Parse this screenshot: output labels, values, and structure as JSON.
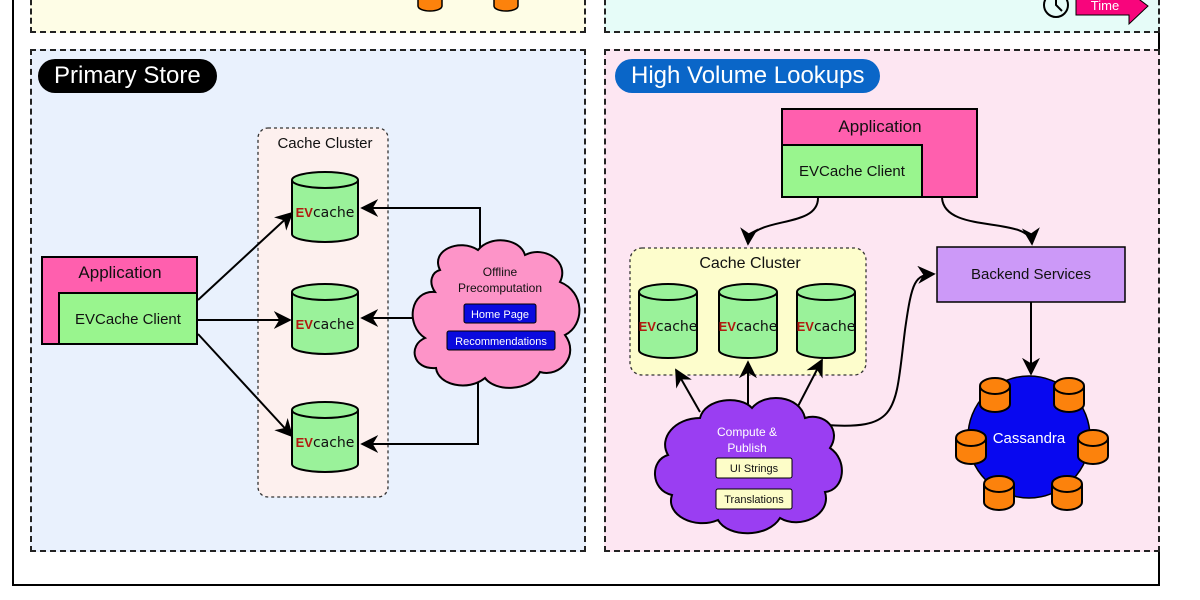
{
  "top_panels": {
    "left_partial": {
      "background": "#fefde6"
    },
    "right_partial": {
      "background": "#e6fcf8",
      "time_label": "Time"
    }
  },
  "primary_store": {
    "title": "Primary Store",
    "title_bg": "#000000",
    "background": "#e9f1fd",
    "application": {
      "label": "Application",
      "client_label": "EVCache Client"
    },
    "cache_cluster": {
      "label": "Cache Cluster",
      "nodes": [
        {
          "ev": "EV",
          "cache": "cache"
        },
        {
          "ev": "EV",
          "cache": "cache"
        },
        {
          "ev": "EV",
          "cache": "cache"
        }
      ]
    },
    "cloud": {
      "title_line1": "Offline",
      "title_line2": "Precomputation",
      "tags": [
        "Home Page",
        "Recommendations"
      ]
    }
  },
  "high_volume": {
    "title": "High Volume Lookups",
    "title_bg": "#0a66c8",
    "background": "#fde6f2",
    "application": {
      "label": "Application",
      "client_label": "EVCache Client"
    },
    "cache_cluster": {
      "label": "Cache Cluster",
      "nodes": [
        {
          "ev": "EV",
          "cache": "cache"
        },
        {
          "ev": "EV",
          "cache": "cache"
        },
        {
          "ev": "EV",
          "cache": "cache"
        }
      ]
    },
    "backend": {
      "label": "Backend Services"
    },
    "cassandra": {
      "label": "Cassandra"
    },
    "cloud": {
      "title_line1": "Compute &",
      "title_line2": "Publish",
      "tags": [
        "UI Strings",
        "Translations"
      ]
    }
  },
  "colors": {
    "app_pink": "#ff5fae",
    "client_green": "#99f58e",
    "cache_green": "#9af29a",
    "ev_red": "#b21a10",
    "cloud_pink": "#fd94c8",
    "cloud_purple": "#9a3ef2",
    "tag_blue": "#0a0ade",
    "tag_cream": "#fdfdc8",
    "backend_purple": "#cc99f8",
    "cassandra_blue": "#0808f0",
    "node_orange": "#fc820c",
    "time_magenta": "#f8057c"
  }
}
